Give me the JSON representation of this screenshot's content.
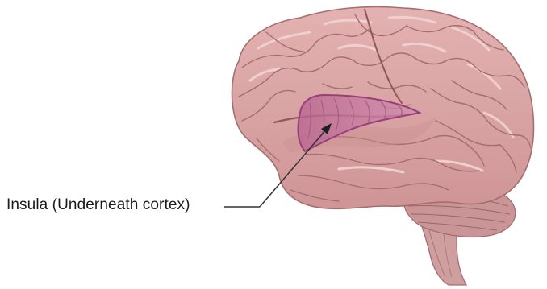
{
  "figure": {
    "structure": "brain",
    "highlighted_region": "insula",
    "callout": {
      "label": "Insula (Underneath cortex)"
    },
    "colors": {
      "brain_fill": "#d9a4a4",
      "brain_shadow": "#c48888",
      "brain_highlight": "#ebc6c4",
      "sulcus": "#a66d6f",
      "insula_fill": "#c77aa0",
      "insula_outline": "#9b3d79",
      "cerebellum_fill": "#c99597",
      "brainstem_fill": "#cf9fa0",
      "leader_line": "#333333",
      "label_text": "#1a1a1a"
    }
  }
}
